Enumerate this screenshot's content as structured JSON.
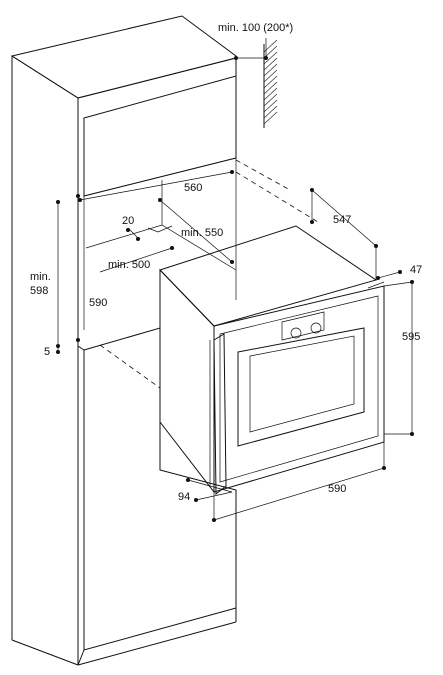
{
  "dimensions": {
    "top_clearance": "min. 100 (200*)",
    "niche_width": "560",
    "niche_height_label": "590",
    "niche_depth": "min. 550",
    "niche_depth_base": "min. 500",
    "vent_gap": "20",
    "cabinet_height_min": "min.\n598",
    "base_offset": "5",
    "oven_depth": "547",
    "front_depth": "47",
    "oven_height": "595",
    "oven_width": "590",
    "door_depth": "94"
  }
}
